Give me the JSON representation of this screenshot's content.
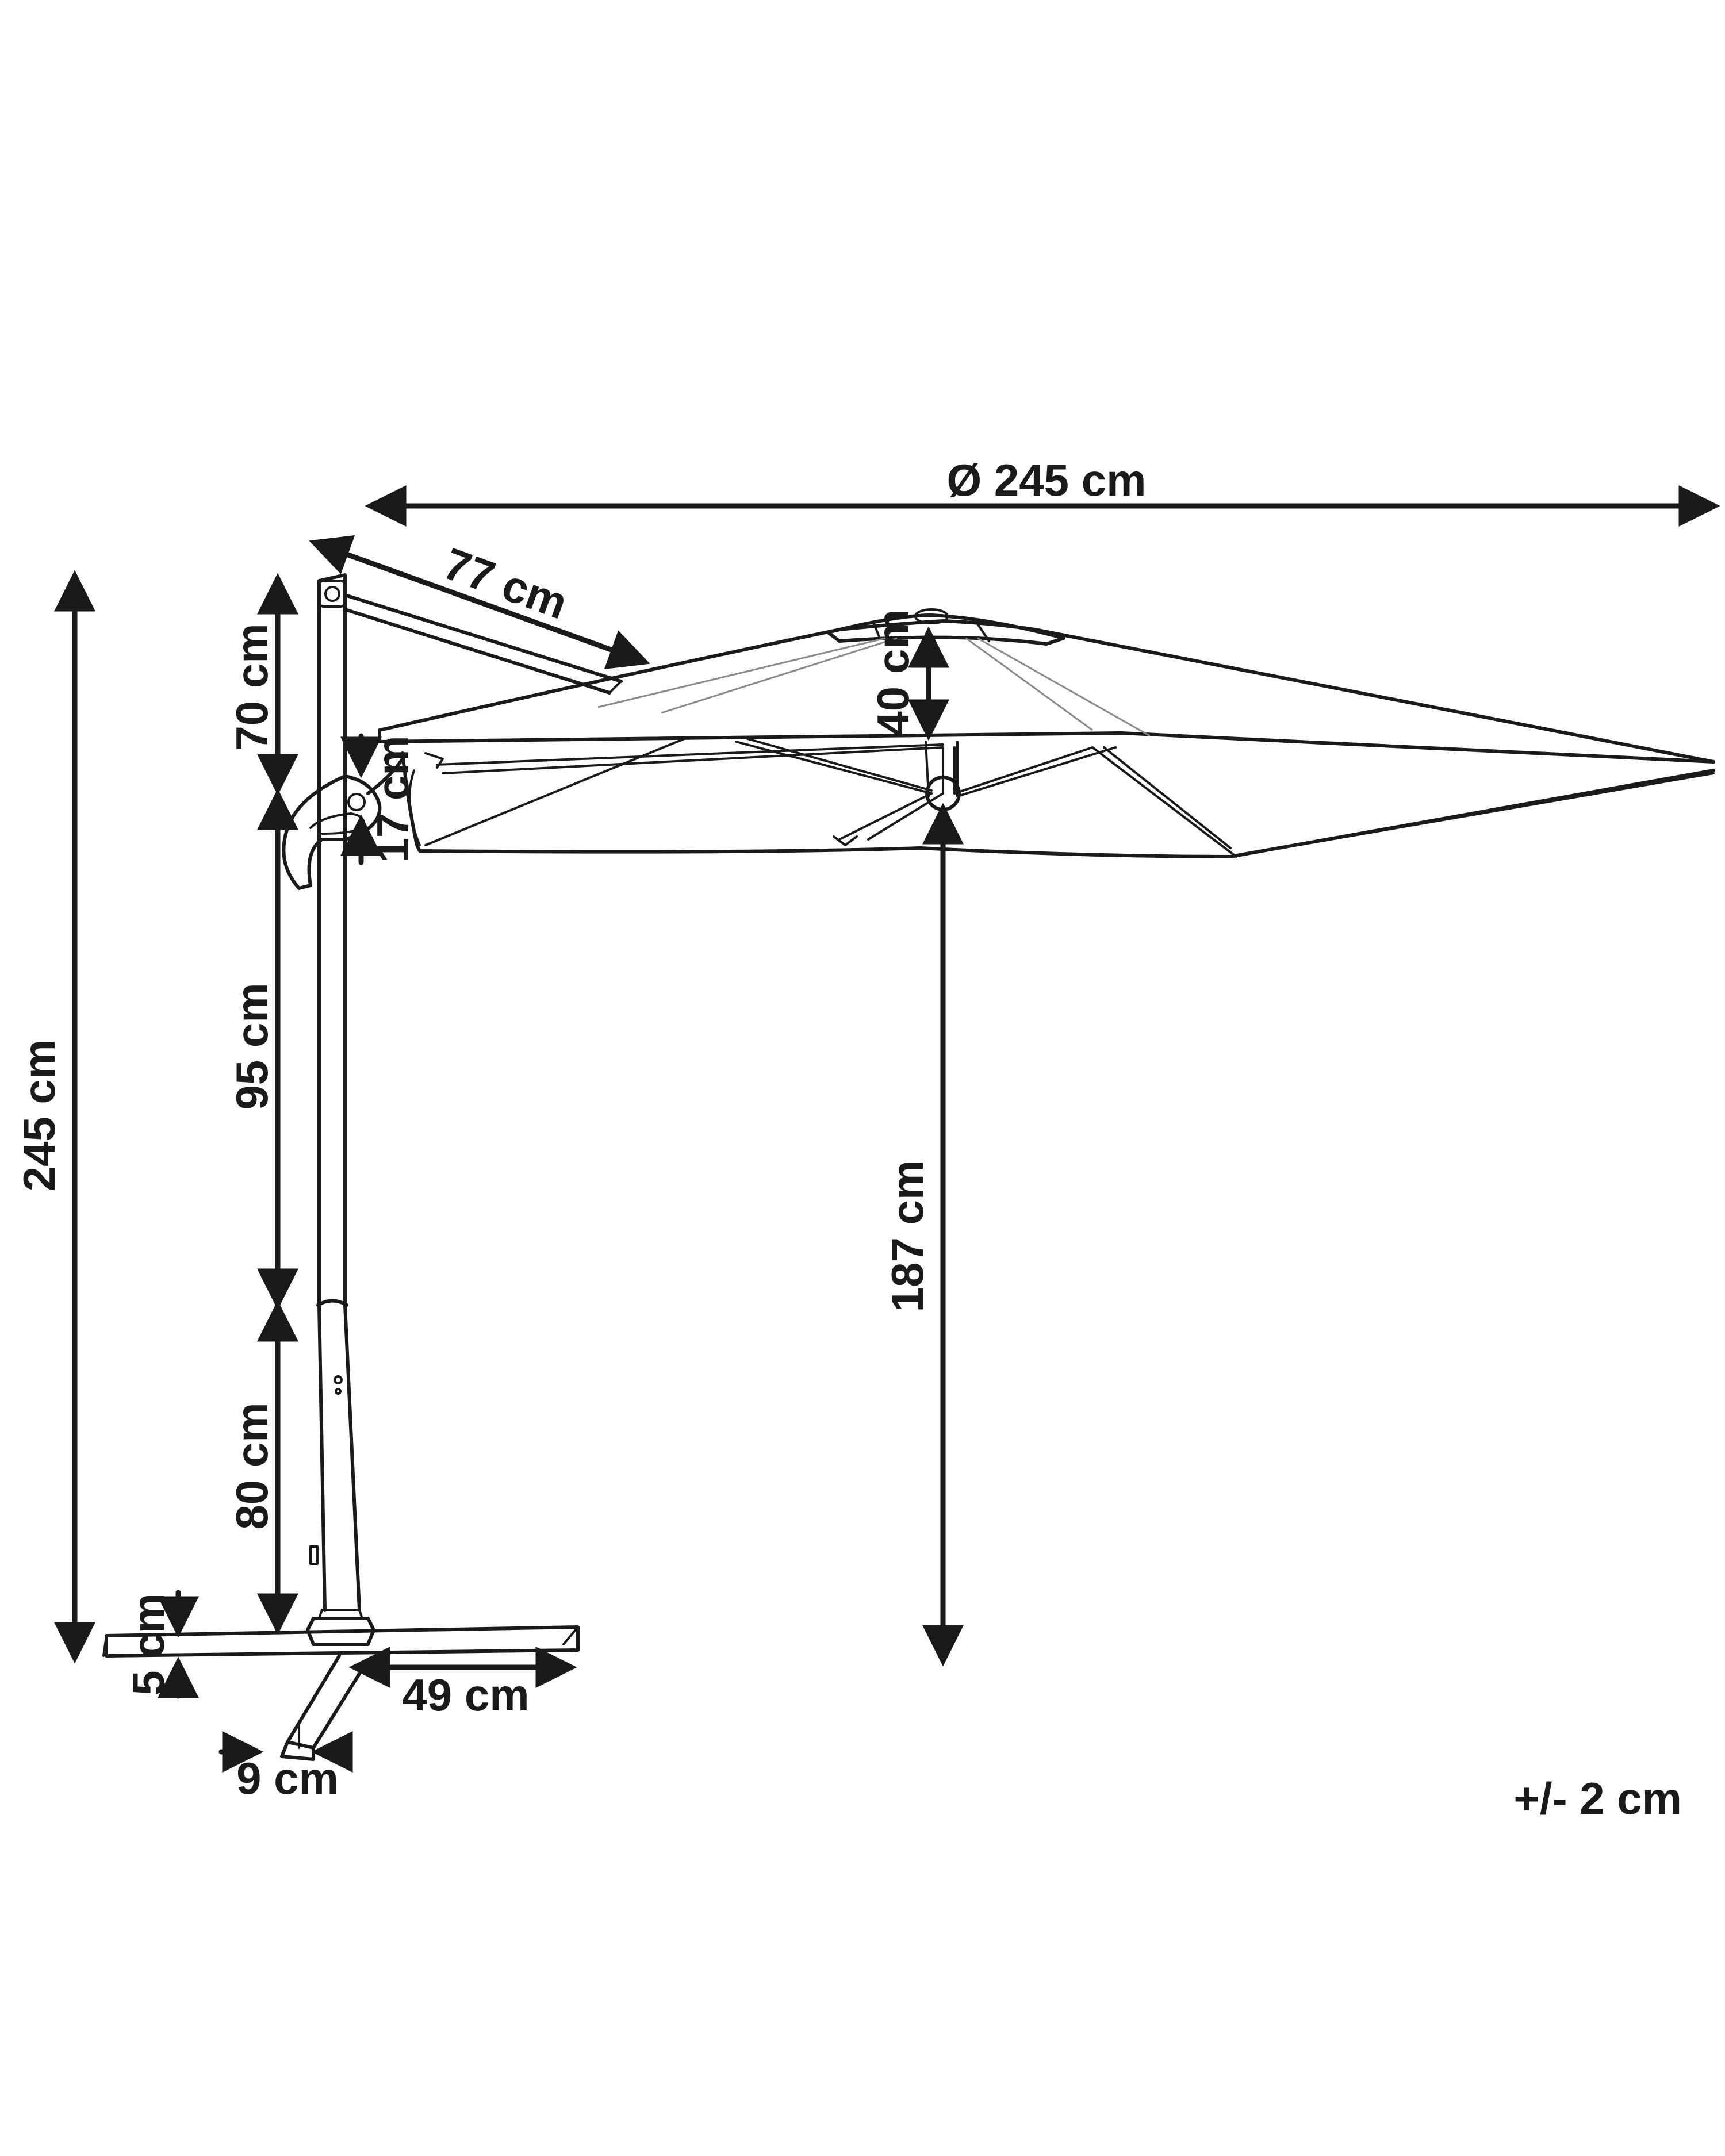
{
  "dimensions": {
    "diameter": "Ø 245 cm",
    "arm_length": "77 cm",
    "total_height": "245 cm",
    "top_section": "70 cm",
    "crank_height": "17 cm",
    "canopy_depth": "40 cm",
    "mid_pole": "95 cm",
    "clearance": "187 cm",
    "lower_pole": "80 cm",
    "base_height": "5 cm",
    "base_arm": "49 cm",
    "base_width": "9 cm"
  },
  "tolerance": "+/- 2 cm"
}
